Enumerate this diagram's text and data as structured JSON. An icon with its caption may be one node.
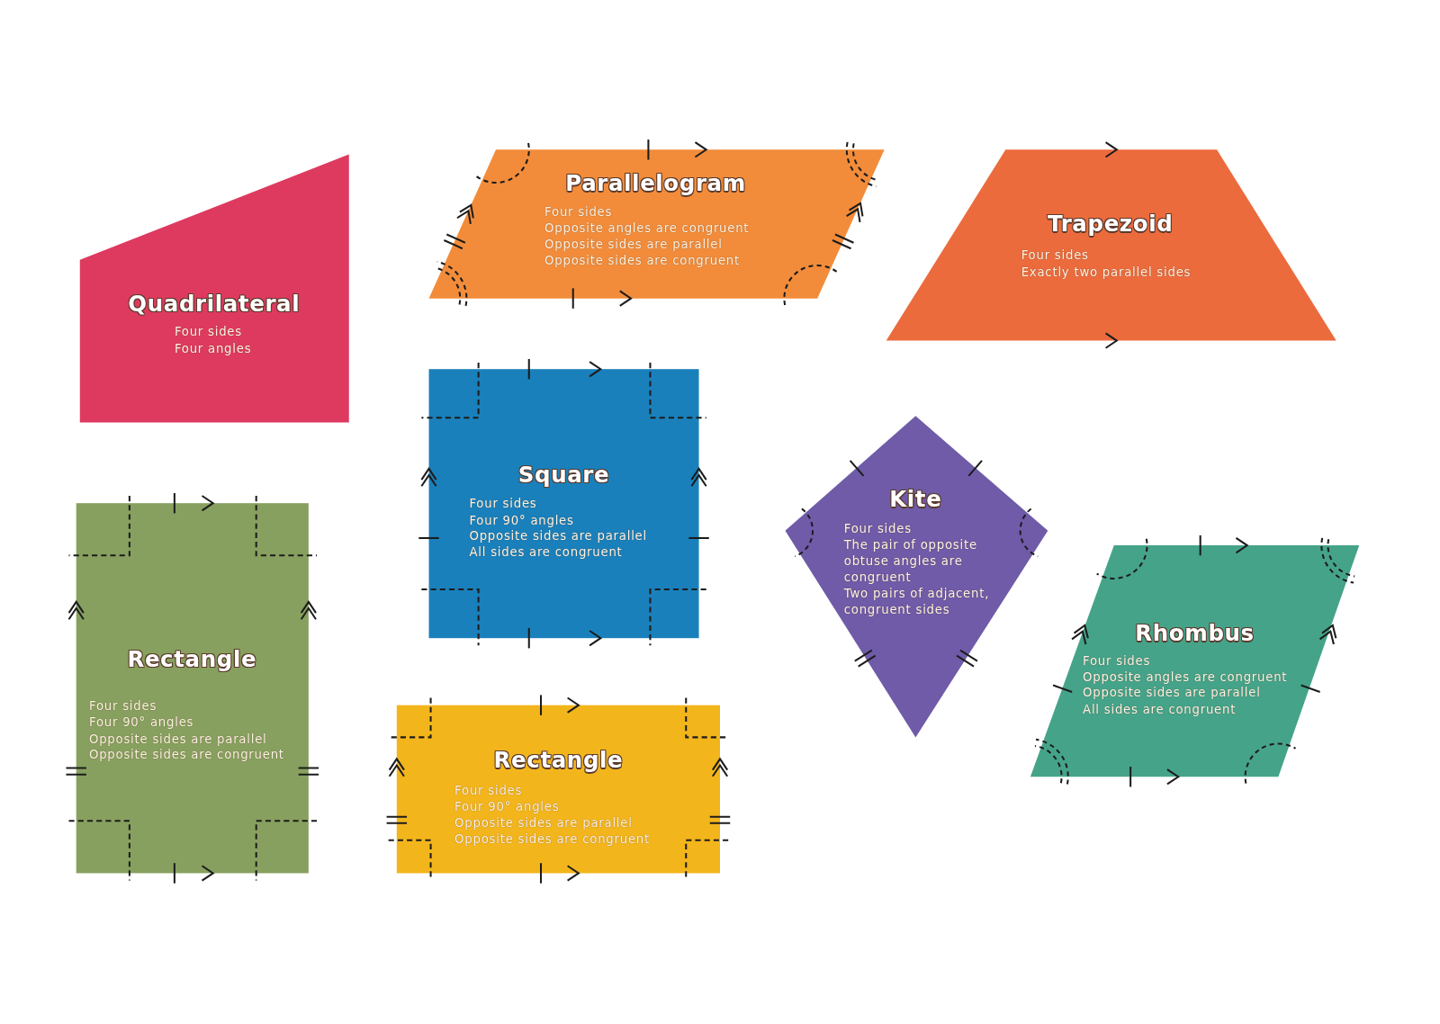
{
  "diagram": {
    "nodes": [
      {
        "text": [
          "Quadrilateral",
          "Four sides",
          "Four angles"
        ]
      },
      {
        "text": [
          "Parallelogram",
          "Four sides",
          "Opposite angles are congruent",
          "Opposite sides are parallel",
          "Opposite sides are congruent"
        ]
      },
      {
        "text": [
          "Trapezoid",
          "Four sides",
          "Exactly two parallel sides"
        ]
      },
      {
        "text": [
          "Square",
          "Four sides",
          "Four 90° angles",
          "Opposite sides are parallel",
          "All sides are congruent"
        ]
      },
      {
        "text": [
          "Kite",
          "Four sides",
          "The pair of opposite obtuse angles are congruent",
          "Two pairs of adjacent, congruent sides"
        ]
      },
      {
        "text": [
          "Rectangle",
          "Four sides",
          "Four 90° angles",
          "Opposite sides are parallel",
          "Opposite sides are congruent"
        ]
      },
      {
        "text": [
          "Rhombus",
          "Four sides",
          "Opposite angles are congruent",
          "Opposite sides are parallel",
          "All sides are congruent"
        ]
      },
      {
        "text": [
          "Rectangle",
          "Four sides",
          "Four 90° angles",
          "Opposite sides are parallel",
          "Opposite sides are congruent"
        ]
      }
    ]
  }
}
